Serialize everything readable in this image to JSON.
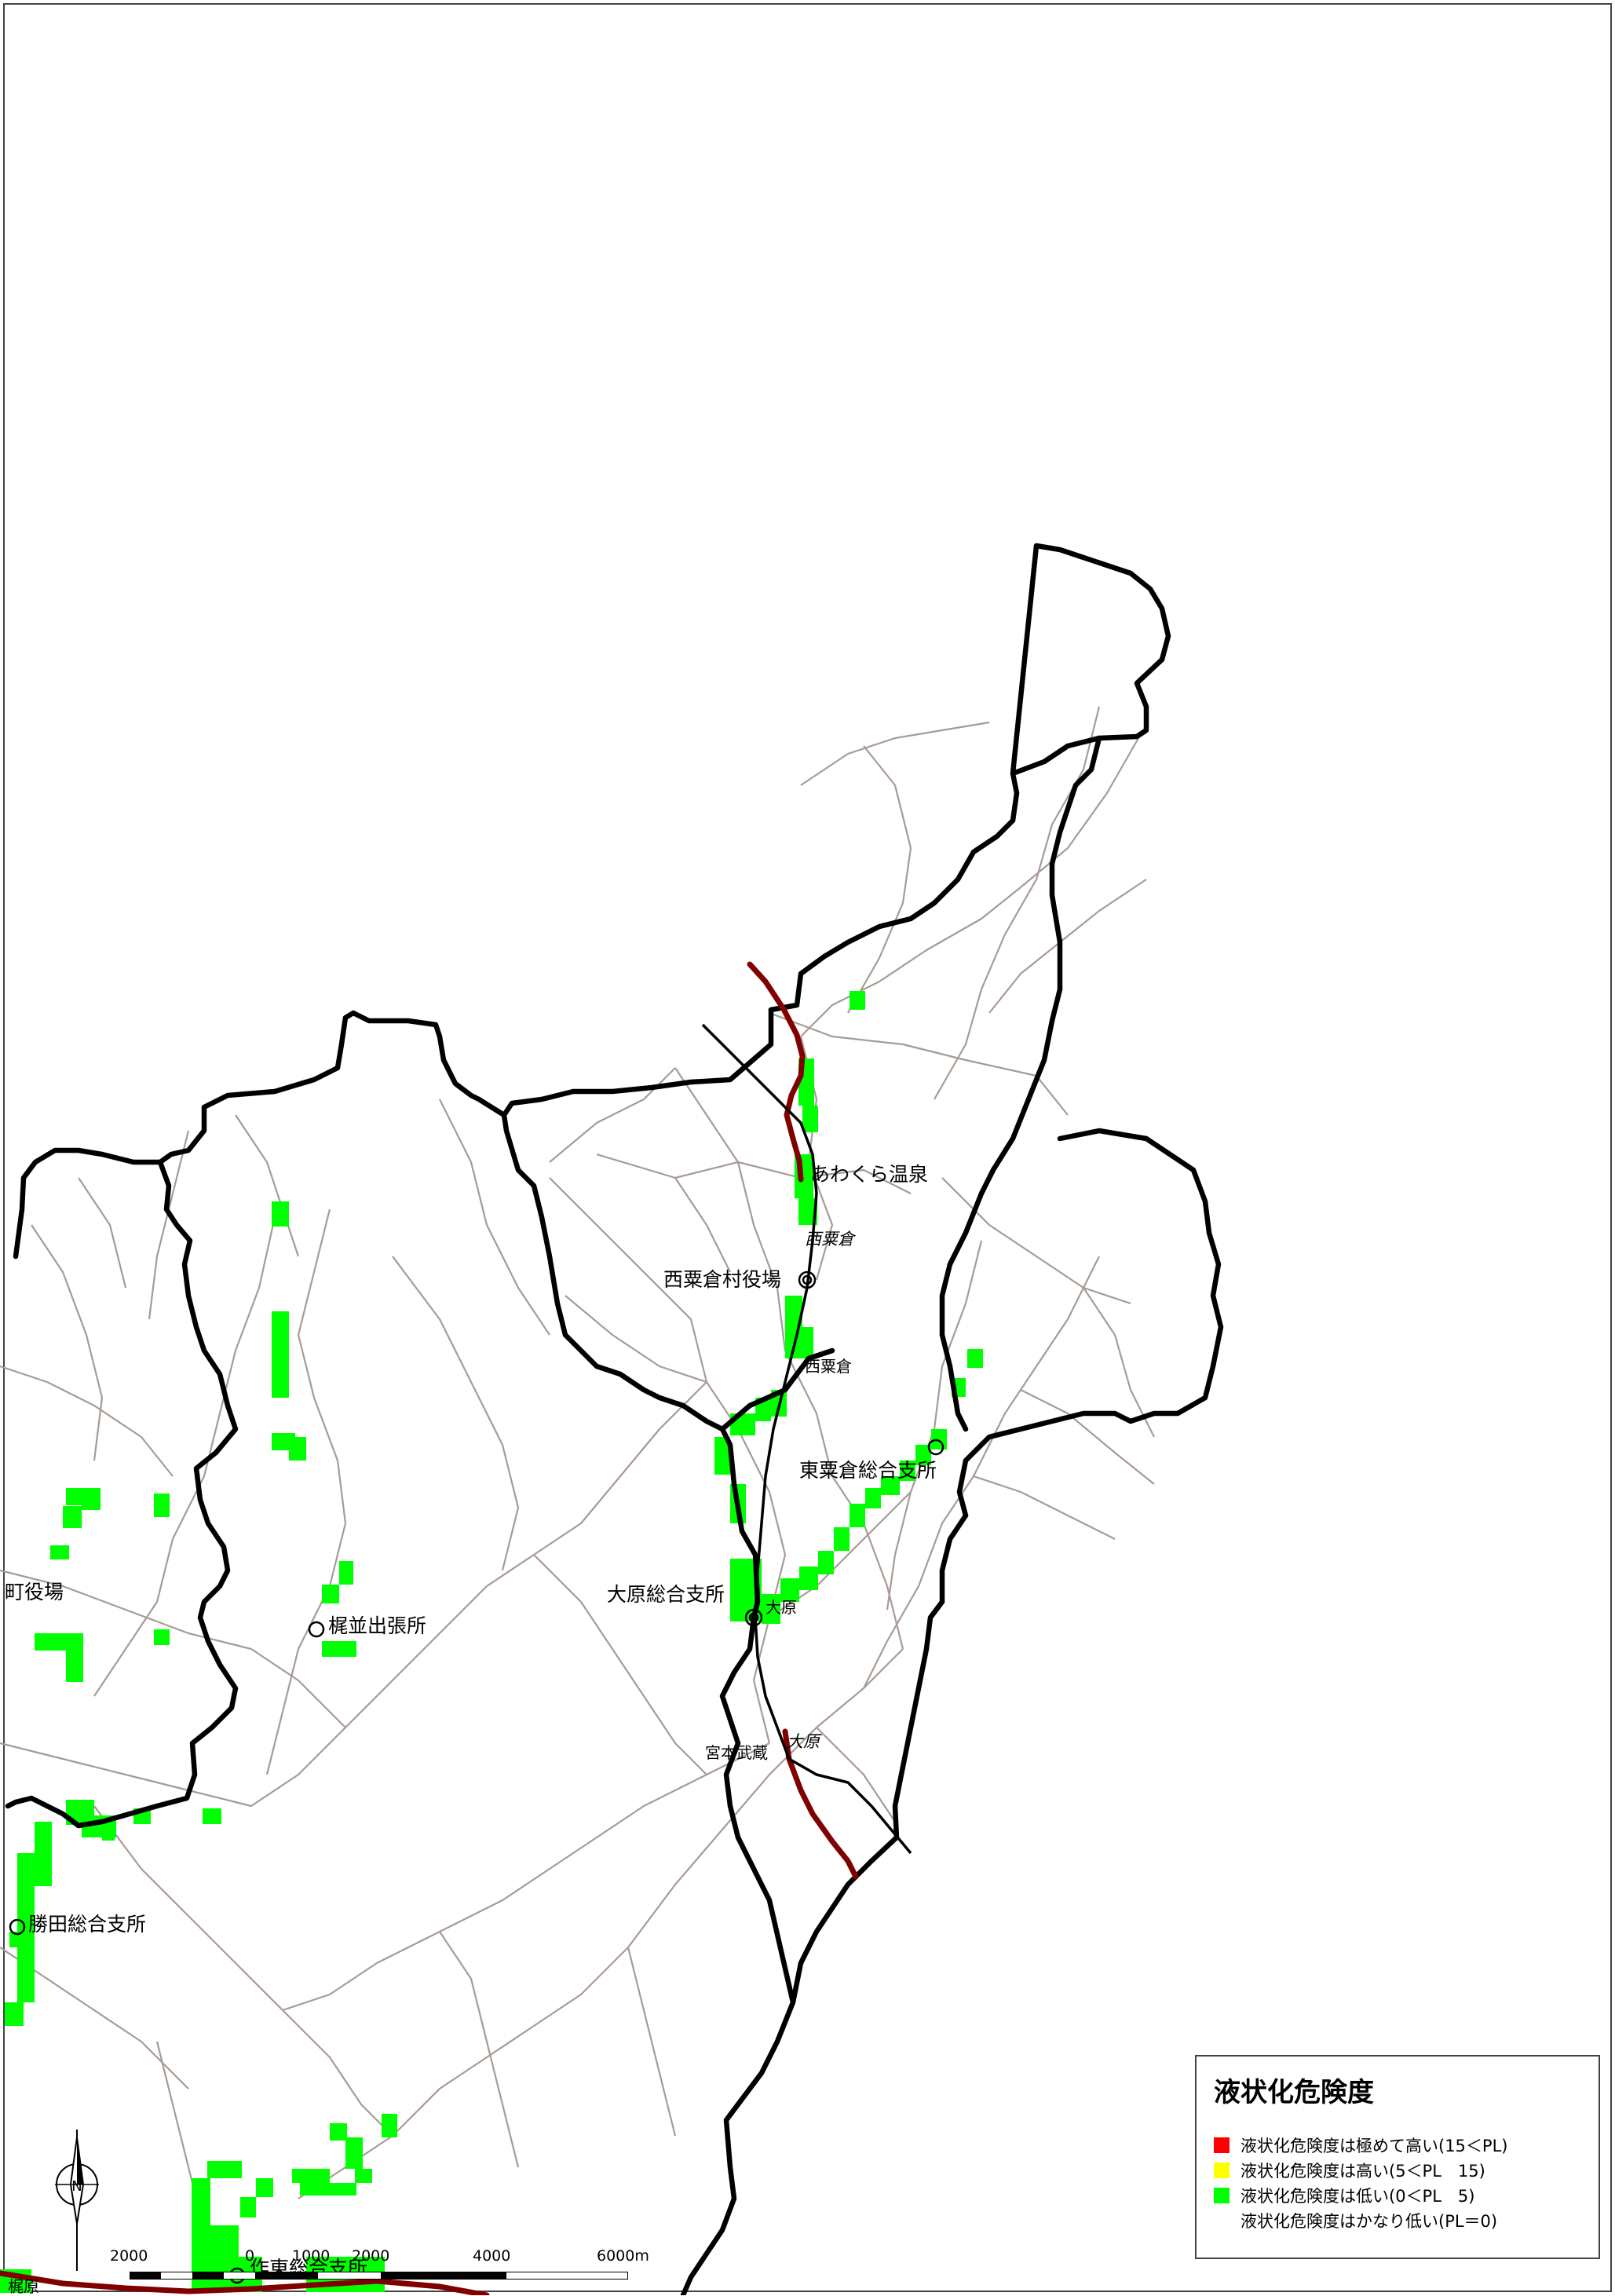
{
  "legend": {
    "title": "液状化危険度",
    "items": [
      {
        "label": "液状化危険度は極めて高い(15＜PL)",
        "color": "#ff0000"
      },
      {
        "label": "液状化危険度は高い(5＜PL　15)",
        "color": "#ffff00"
      },
      {
        "label": "液状化危険度は低い(0＜PL　5)",
        "color": "#00ff00"
      },
      {
        "label": "液状化危険度はかなり低い(PL＝0)",
        "color": "#ffffff"
      }
    ]
  },
  "places": {
    "awakura": "あわくら温泉",
    "nishiawakura_station_it": "西粟倉",
    "nishiawakura_office": "西粟倉村役場",
    "nishiawakura_label": "西粟倉",
    "higashiawakura": "東粟倉総合支所",
    "ohara_office": "大原総合支所",
    "ohara_label": "大原",
    "kajinami": "梶並出張所",
    "town_office": "町役場",
    "miyamoto": "宮本武蔵",
    "ohara_station_it": "大原",
    "shoeda": "勝田総合支所",
    "sakuto": "作東総合支所",
    "kajiwara": "梶原"
  },
  "scale": {
    "labels": [
      "2000",
      "0",
      "1000",
      "2000",
      "4000",
      "6000m"
    ]
  },
  "north": {
    "label": "N"
  },
  "colors": {
    "boundary": "#000000",
    "road": "#a89a94",
    "railway": "#800000",
    "expressway": "#000000",
    "low_risk": "#00ff00"
  }
}
